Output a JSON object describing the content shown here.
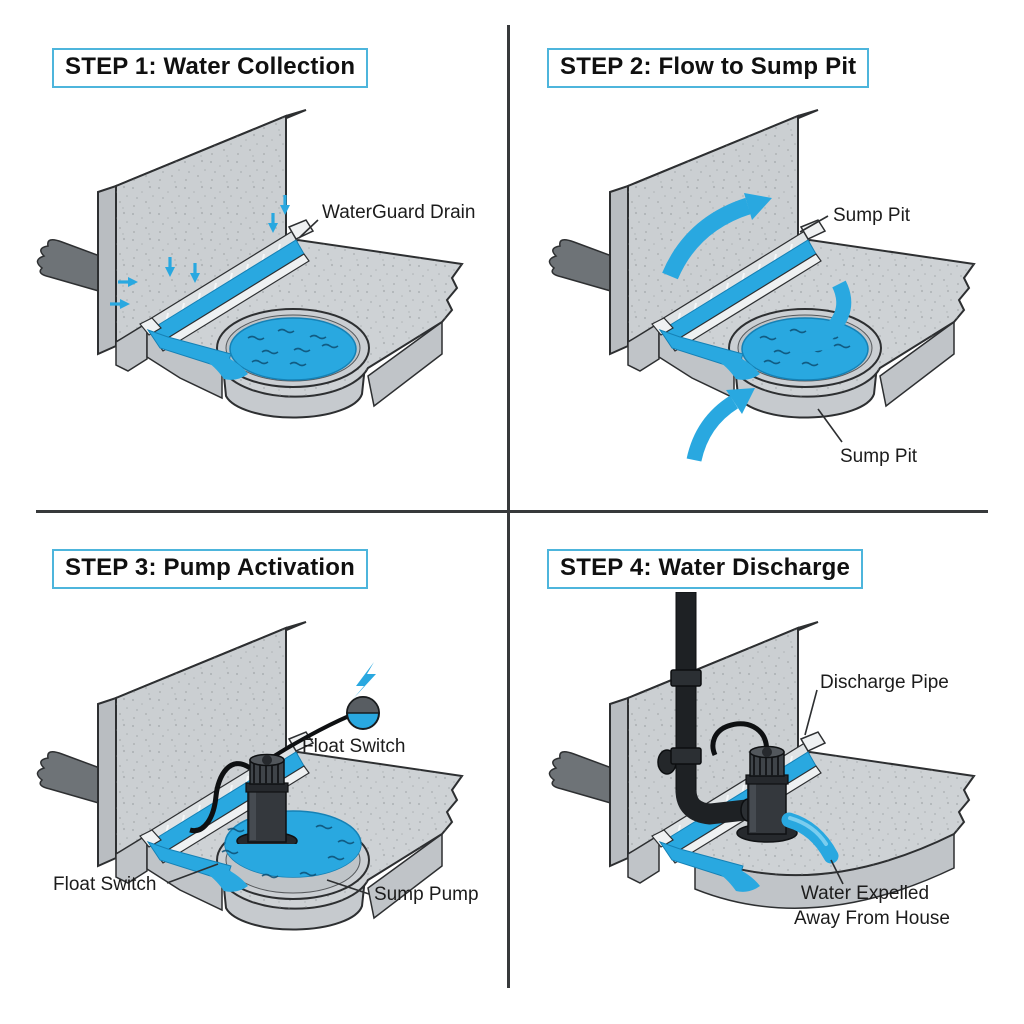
{
  "diagram_title": "Sump pump system: 4-step water management diagram",
  "colors": {
    "water_blue": "#29a8e0",
    "title_border_blue": "#4db5dc",
    "concrete_gray": "#cbcfd2",
    "inlet_pipe_gray": "#6e7377",
    "pump_black": "#1e2124",
    "outline": "#2d2f31"
  },
  "icons": {
    "power": "lightning-bolt-icon",
    "flow": "curved-arrow-icon",
    "seepage": "small-down-arrow-icon"
  },
  "panels": [
    {
      "title": "STEP 1: Water Collection",
      "labels": {
        "drain": "WaterGuard Drain"
      }
    },
    {
      "title": "STEP 2: Flow to Sump Pit",
      "labels": {
        "pit_top": "Sump Pit",
        "pit_bottom": "Sump Pit"
      }
    },
    {
      "title": "STEP 3: Pump Activation",
      "labels": {
        "float_switch_upper": "Float Switch",
        "float_switch_lower": "Float Switch",
        "pump": "Sump Pump"
      }
    },
    {
      "title": "STEP 4: Water Discharge",
      "labels": {
        "discharge_pipe": "Discharge Pipe",
        "expelled_line1": "Water Expelled",
        "expelled_line2": "Away From House"
      }
    }
  ]
}
